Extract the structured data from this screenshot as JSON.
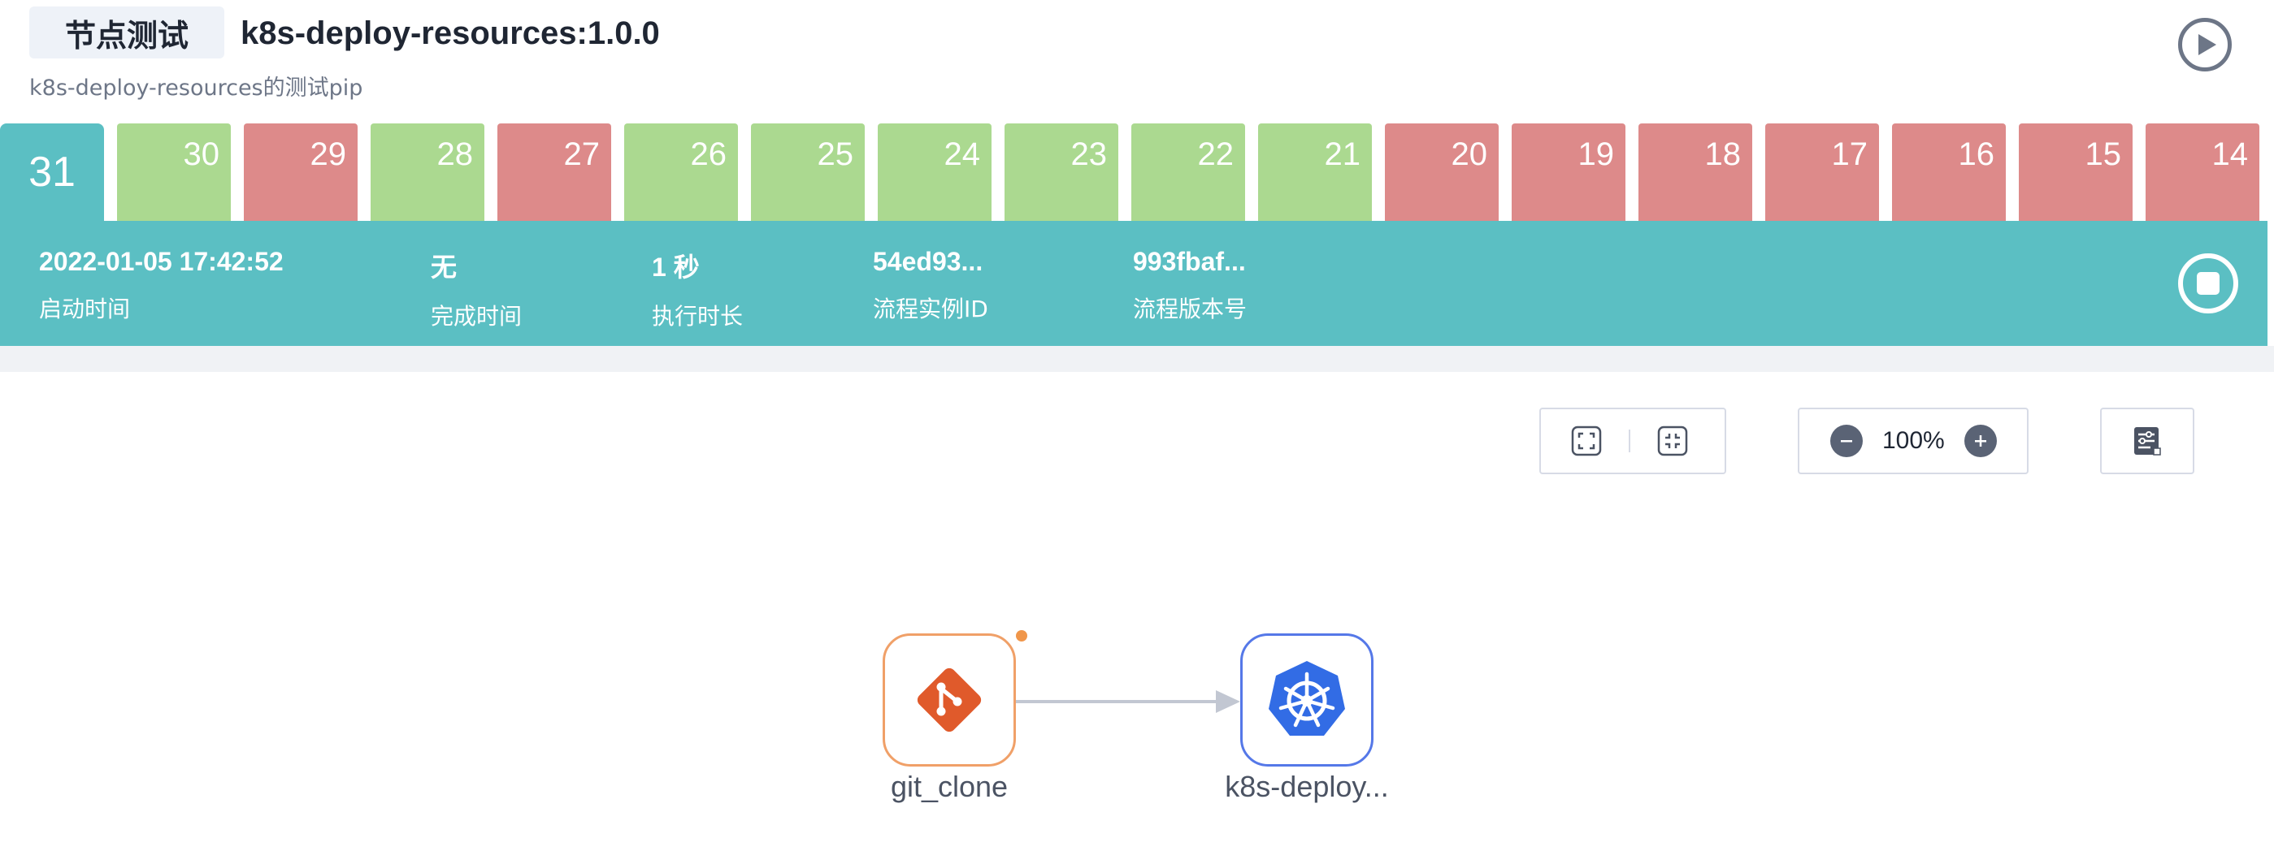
{
  "header": {
    "tag": "节点测试",
    "title": "k8s-deploy-resources:1.0.0",
    "subtitle": "k8s-deploy-resources的测试pip"
  },
  "builds": {
    "active": "31",
    "items": [
      {
        "num": "30",
        "status": "success",
        "color": "#abd990"
      },
      {
        "num": "29",
        "status": "failed",
        "color": "#dd8a8a"
      },
      {
        "num": "28",
        "status": "success",
        "color": "#abd990"
      },
      {
        "num": "27",
        "status": "failed",
        "color": "#dd8a8a"
      },
      {
        "num": "26",
        "status": "success",
        "color": "#abd990"
      },
      {
        "num": "25",
        "status": "success",
        "color": "#abd990"
      },
      {
        "num": "24",
        "status": "success",
        "color": "#abd990"
      },
      {
        "num": "23",
        "status": "success",
        "color": "#abd990"
      },
      {
        "num": "22",
        "status": "success",
        "color": "#abd990"
      },
      {
        "num": "21",
        "status": "success",
        "color": "#abd990"
      },
      {
        "num": "20",
        "status": "failed",
        "color": "#dd8a8a"
      },
      {
        "num": "19",
        "status": "failed",
        "color": "#dd8a8a"
      },
      {
        "num": "18",
        "status": "failed",
        "color": "#dd8a8a"
      },
      {
        "num": "17",
        "status": "failed",
        "color": "#dd8a8a"
      },
      {
        "num": "16",
        "status": "failed",
        "color": "#dd8a8a"
      },
      {
        "num": "15",
        "status": "failed",
        "color": "#dd8a8a"
      },
      {
        "num": "14",
        "status": "failed",
        "color": "#dd8a8a"
      }
    ]
  },
  "info": {
    "start_time": {
      "value": "2022-01-05 17:42:52",
      "label": "启动时间"
    },
    "end_time": {
      "value": "无",
      "label": "完成时间"
    },
    "duration": {
      "value": "1 秒",
      "label": "执行时长"
    },
    "instance_id": {
      "value": "54ed93...",
      "label": "流程实例ID"
    },
    "version": {
      "value": "993fbaf...",
      "label": "流程版本号"
    }
  },
  "toolbar": {
    "zoom": "100%",
    "zoom_out_icon": "minus-icon",
    "zoom_in_icon": "plus-icon"
  },
  "nodes": [
    {
      "label": "git_clone",
      "icon": "git-icon",
      "accent": "#e05a2b"
    },
    {
      "label": "k8s-deploy...",
      "icon": "kubernetes-icon",
      "accent": "#326ce5"
    }
  ],
  "colors": {
    "accent": "#5bbfc3",
    "success": "#abd990",
    "failed": "#dd8a8a"
  }
}
